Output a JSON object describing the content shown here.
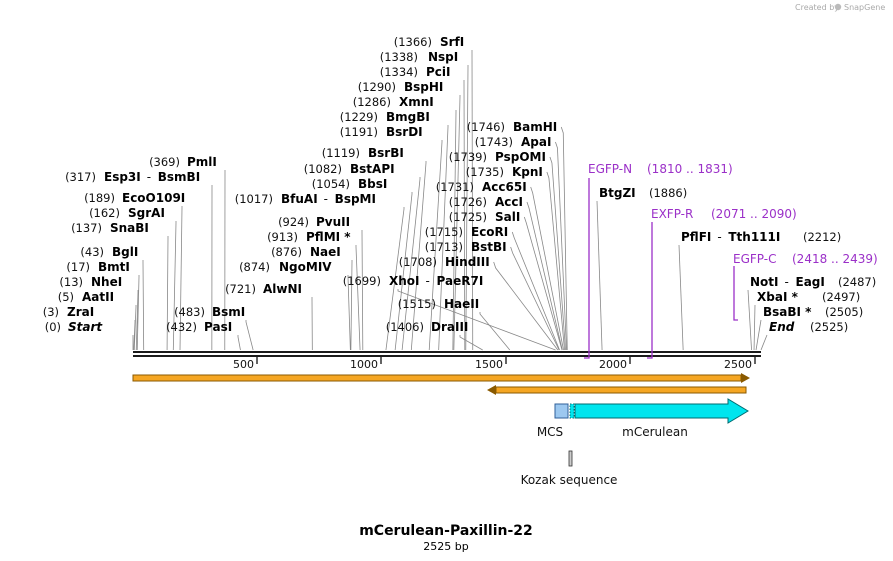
{
  "credit": "Created by",
  "credit_brand": "SnapGene",
  "title": "mCerulean-Paxillin-22",
  "subtitle": "2525 bp",
  "colors": {
    "backbone": "#1a1a1a",
    "orf_fill": "#f5a623",
    "orf_stroke": "#8a5a00",
    "cerulean": "#00e5ee",
    "mcs": "#9cc8f0",
    "primer": "#9b30c8",
    "leader": "#888888"
  },
  "sequence_length": 2525,
  "ruler": [
    "500",
    "1000",
    "1500",
    "2000",
    "2500"
  ],
  "left_sites": [
    {
      "pos": "(1366)",
      "name": "SrfI"
    },
    {
      "pos": "(1338)",
      "name": "NspI"
    },
    {
      "pos": "(1334)",
      "name": "PciI"
    },
    {
      "pos": "(1290)",
      "name": "BspHI"
    },
    {
      "pos": "(1286)",
      "name": "XmnI"
    },
    {
      "pos": "(1229)",
      "name": "BmgBI"
    },
    {
      "pos": "(1191)",
      "name": "BsrDI"
    },
    {
      "pos": "(1119)",
      "name": "BsrBI"
    },
    {
      "pos": "(1082)",
      "name": "BstAPI"
    },
    {
      "pos": "(1054)",
      "name": "BbsI"
    },
    {
      "pos": "(1017)",
      "name": "BfuAI",
      "alt": "BspMI"
    },
    {
      "pos": "(924)",
      "name": "PvuII"
    },
    {
      "pos": "(913)",
      "name": "PflMI *"
    },
    {
      "pos": "(876)",
      "name": "NaeI"
    },
    {
      "pos": "(874)",
      "name": "NgoMIV"
    },
    {
      "pos": "(721)",
      "name": "AlwNI"
    },
    {
      "pos": "(1699)",
      "name": "XhoI",
      "alt": "PaeR7I"
    },
    {
      "pos": "(1515)",
      "name": "HaeII"
    },
    {
      "pos": "(1406)",
      "name": "DraIII"
    },
    {
      "pos": "(369)",
      "name": "PmlI"
    },
    {
      "pos": "(317)",
      "name": "Esp3I",
      "alt": "BsmBI"
    },
    {
      "pos": "(189)",
      "name": "EcoO109I"
    },
    {
      "pos": "(162)",
      "name": "SgrAI"
    },
    {
      "pos": "(137)",
      "name": "SnaBI"
    },
    {
      "pos": "(43)",
      "name": "BglI"
    },
    {
      "pos": "(17)",
      "name": "BmtI"
    },
    {
      "pos": "(13)",
      "name": "NheI"
    },
    {
      "pos": "(5)",
      "name": "AatII"
    },
    {
      "pos": "(3)",
      "name": "ZraI"
    },
    {
      "pos": "(0)",
      "name": "Start"
    },
    {
      "pos": "(483)",
      "name": "BsmI"
    },
    {
      "pos": "(432)",
      "name": "PasI"
    }
  ],
  "mcs_sites": [
    {
      "pos": "(1746)",
      "name": "BamHI"
    },
    {
      "pos": "(1743)",
      "name": "ApaI"
    },
    {
      "pos": "(1739)",
      "name": "PspOMI"
    },
    {
      "pos": "(1735)",
      "name": "KpnI"
    },
    {
      "pos": "(1731)",
      "name": "Acc65I"
    },
    {
      "pos": "(1726)",
      "name": "AccI"
    },
    {
      "pos": "(1725)",
      "name": "SalI"
    },
    {
      "pos": "(1715)",
      "name": "EcoRI"
    },
    {
      "pos": "(1713)",
      "name": "BstBI"
    },
    {
      "pos": "(1708)",
      "name": "HindIII"
    }
  ],
  "right_sites": [
    {
      "name": "BtgZI",
      "pos": "(1886)"
    },
    {
      "name": "PflFI",
      "alt": "Tth111I",
      "pos": "(2212)"
    },
    {
      "name": "NotI",
      "alt": "EagI",
      "pos": "(2487)"
    },
    {
      "name": "XbaI *",
      "pos": "(2497)"
    },
    {
      "name": "BsaBI *",
      "pos": "(2505)"
    },
    {
      "name": "End",
      "pos": "(2525)"
    }
  ],
  "primers": [
    {
      "name": "EGFP-N",
      "range": "(1810 .. 1831)"
    },
    {
      "name": "EXFP-R",
      "range": "(2071 .. 2090)"
    },
    {
      "name": "EGFP-C",
      "range": "(2418 .. 2439)"
    }
  ],
  "features": {
    "mcs": "MCS",
    "cerulean": "mCerulean",
    "kozak": "Kozak sequence"
  }
}
